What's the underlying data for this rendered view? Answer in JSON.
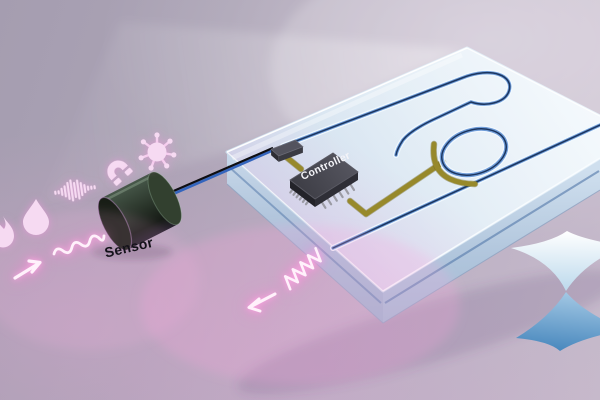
{
  "labels": {
    "sensor": "Sensor",
    "controller": "Controller"
  },
  "icons": [
    "flame-icon",
    "water-droplet-icon",
    "sound-wave-icon",
    "magnet-icon",
    "virus-icon",
    "input-arrow-icon",
    "input-lightwave-icon",
    "output-lightwave-icon",
    "output-arrow-icon",
    "hourglass-logo"
  ],
  "colors": {
    "background_top_left": "#a59db0",
    "background_bottom_left": "#c5aec7",
    "chip_top_face": "#d6e5f2",
    "chip_side_face": "#aec3da",
    "waveguide_mid": "#6f9cd8",
    "waveguide_core": "#1b355f",
    "heater_trace": "#97892b",
    "controller_body": "#45454d",
    "sensor_body": "#232d22",
    "fiber_blue": "#3465bd",
    "neon_pink": "#fff1fb",
    "icon_pink": "#f6daf2",
    "logo_blue": "#4787bd"
  }
}
